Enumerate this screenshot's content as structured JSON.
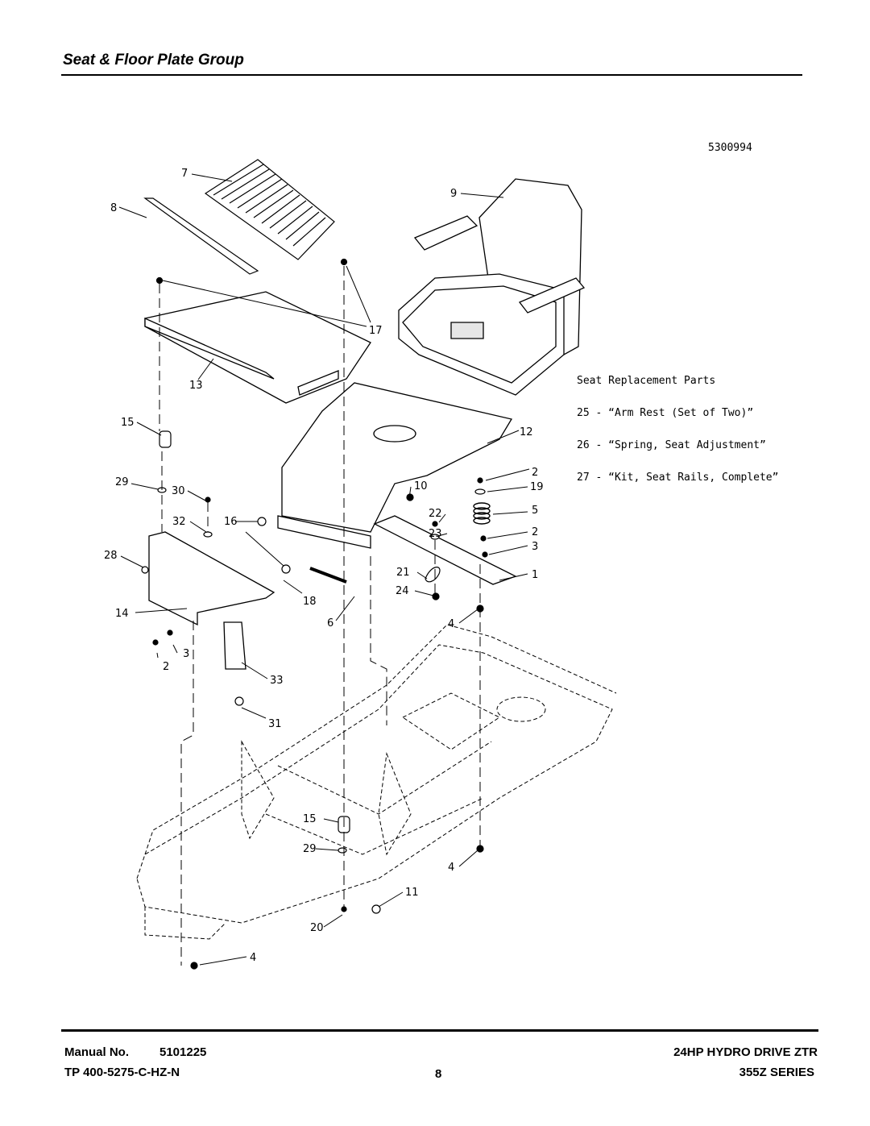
{
  "header": {
    "title": "Seat & Floor Plate Group"
  },
  "diagram": {
    "figure_id": "5300994",
    "callouts": [
      "7",
      "8",
      "9",
      "17",
      "13",
      "15",
      "29",
      "30",
      "32",
      "16",
      "28",
      "14",
      "3",
      "2",
      "18",
      "6",
      "33",
      "31",
      "10",
      "12",
      "22",
      "23",
      "2",
      "5",
      "19",
      "2",
      "3",
      "1",
      "21",
      "24",
      "4",
      "15",
      "29",
      "4",
      "11",
      "20",
      "4"
    ]
  },
  "seat_replacement": {
    "heading": "Seat Replacement  Parts",
    "items": [
      "25 - “Arm Rest (Set of Two)”",
      "26 - “Spring, Seat Adjustment”",
      "27 - “Kit, Seat Rails, Complete”"
    ]
  },
  "footer": {
    "manual_label": "Manual No.",
    "manual_number": "5101225",
    "tp_number": "TP 400-5275-C-HZ-N",
    "page": "8",
    "model": "24HP HYDRO DRIVE ZTR",
    "series": "355Z SERIES"
  }
}
